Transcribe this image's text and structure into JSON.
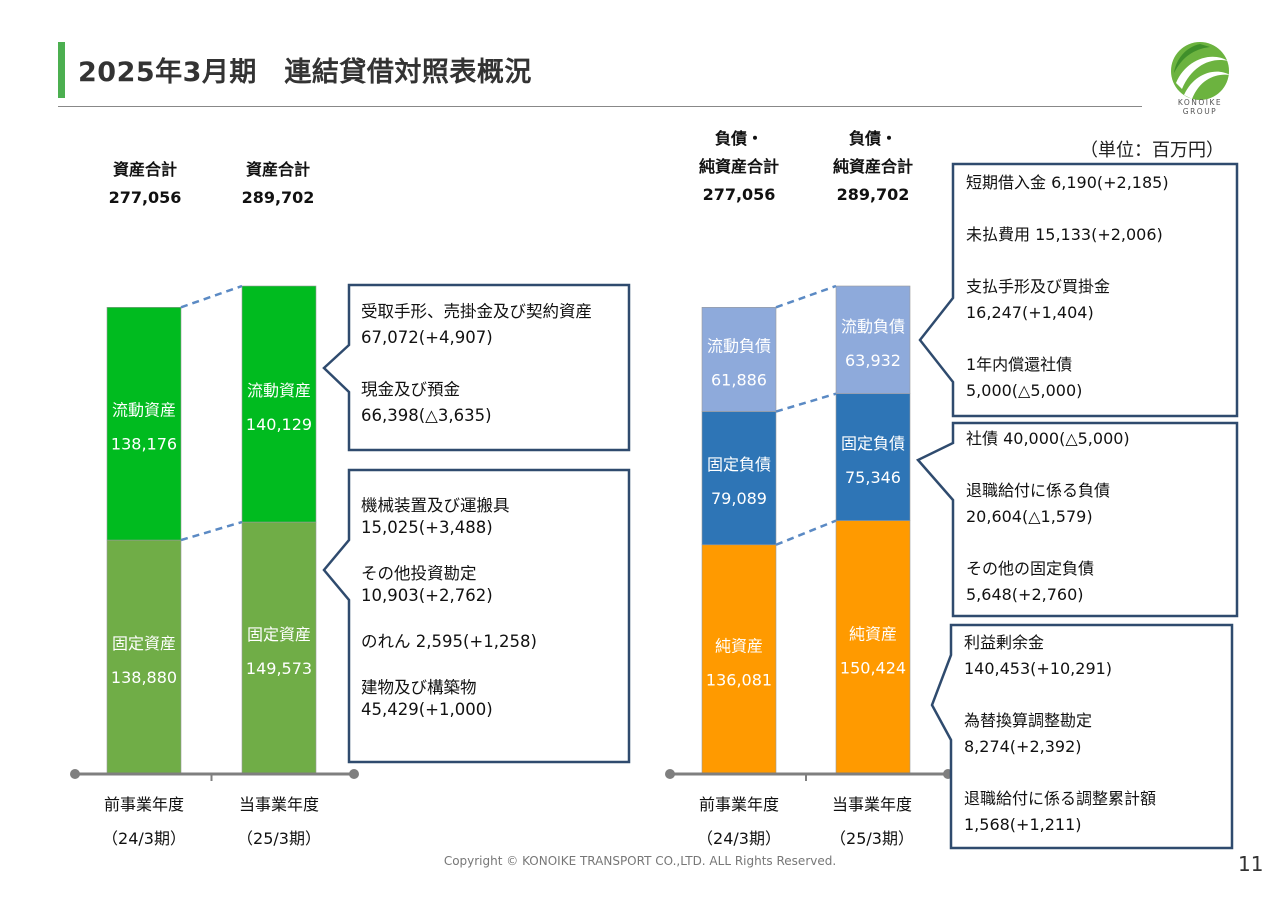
{
  "title": "2025年3月期　連結貸借対照表概況",
  "logo_text": [
    "KONOIKE",
    "GROUP"
  ],
  "unit": "（単位：百万円）",
  "page_number": "11",
  "copyright": "Copyright © KONOIKE TRANSPORT CO.,LTD.  ALL Rights Reserved.",
  "colors": {
    "current_assets": "#00bb1f",
    "fixed_assets": "#70ad47",
    "current_liabilities": "#8eaadb",
    "fixed_liabilities": "#2e75b6",
    "net_assets": "#ff9a00",
    "callout_border": "#2f4b6e",
    "connector": "#5b8ac4"
  },
  "headers": {
    "assets_prev": {
      "label": "資産合計",
      "value": "277,056"
    },
    "assets_curr": {
      "label": "資産合計",
      "value": "289,702"
    },
    "liab_prev": {
      "line1": "負債・",
      "line2": "純資産合計",
      "value": "277,056"
    },
    "liab_curr": {
      "line1": "負債・",
      "line2": "純資産合計",
      "value": "289,702"
    }
  },
  "x_labels": {
    "prev": {
      "line1": "前事業年度",
      "line2": "（24/3期）"
    },
    "curr": {
      "line1": "当事業年度",
      "line2": "（25/3期）"
    }
  },
  "callouts": {
    "current_assets": [
      "受取手形、売掛金及び契約資産 67,072(+4,907)",
      "現金及び預金 66,398(△3,635)"
    ],
    "fixed_assets": [
      "機械装置及び運搬具 15,025(+3,488)",
      "その他投資勘定 10,903(+2,762)",
      "のれん 2,595(+1,258)",
      "建物及び構築物 45,429(+1,000)"
    ],
    "current_liabilities": [
      "短期借入金 6,190(+2,185)",
      "未払費用 15,133(+2,006)",
      "支払手形及び買掛金 16,247(+1,404)",
      "1年内償還社債 5,000(△5,000)"
    ],
    "fixed_liabilities": [
      "社債 40,000(△5,000)",
      "退職給付に係る負債 20,604(△1,579)",
      "その他の固定負債 5,648(+2,760)"
    ],
    "net_assets": [
      "利益剰余金 140,453(+10,291)",
      "為替換算調整勘定 8,274(+2,392)",
      "退職給付に係る調整累計額 1,568(+1,211)"
    ]
  },
  "chart_data": [
    {
      "type": "bar",
      "stacked": true,
      "categories": [
        "前事業年度（24/3期）",
        "当事業年度（25/3期）"
      ],
      "totals": [
        277056,
        289702
      ],
      "series": [
        {
          "name": "固定資産",
          "values": [
            138880,
            149573
          ],
          "value_labels": [
            "138,880",
            "149,573"
          ]
        },
        {
          "name": "流動資産",
          "values": [
            138176,
            140129
          ],
          "value_labels": [
            "138,176",
            "140,129"
          ]
        }
      ]
    },
    {
      "type": "bar",
      "stacked": true,
      "categories": [
        "前事業年度（24/3期）",
        "当事業年度（25/3期）"
      ],
      "totals": [
        277056,
        289702
      ],
      "series": [
        {
          "name": "純資産",
          "values": [
            136081,
            150424
          ],
          "value_labels": [
            "136,081",
            "150,424"
          ]
        },
        {
          "name": "固定負債",
          "values": [
            79089,
            75346
          ],
          "value_labels": [
            "79,089",
            "75,346"
          ]
        },
        {
          "name": "流動負債",
          "values": [
            61886,
            63932
          ],
          "value_labels": [
            "61,886",
            "63,932"
          ]
        }
      ]
    }
  ]
}
